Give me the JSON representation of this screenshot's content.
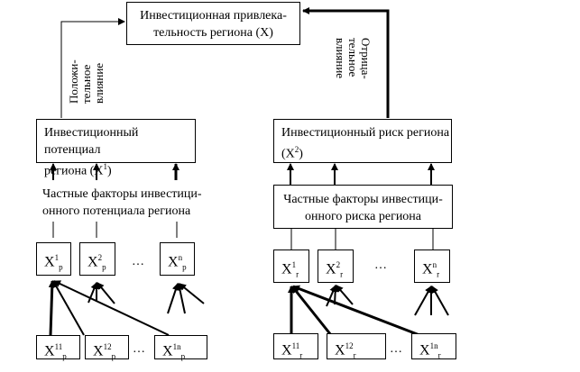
{
  "top": {
    "line1": "Инвестиционная привлека-",
    "line2": "тельность региона (X)"
  },
  "positive": {
    "lines": [
      "Положи-",
      "тельное",
      "влияние"
    ]
  },
  "negative": {
    "lines": [
      "Отрица-",
      "тельное",
      "влияние"
    ]
  },
  "potential": {
    "line1": "Инвестиционный потенциал",
    "line2": "региона (X",
    "sup": "1",
    "close": ")"
  },
  "risk": {
    "line1": "Инвестиционный риск региона",
    "line2": "(X",
    "sup": "2",
    "close": ")"
  },
  "potential_factors": {
    "line1": "Частные факторы инвестици-",
    "line2": "онного потенциала региона"
  },
  "risk_factors": {
    "line1": "Частные факторы инвестици-",
    "line2": "онного риска региона"
  },
  "symbol": "X",
  "ellipsis": "…",
  "p_factors": [
    {
      "sup": "1",
      "sub": "p"
    },
    {
      "sup": "2",
      "sub": "p"
    },
    {
      "sup": "n",
      "sub": "p"
    }
  ],
  "r_factors": [
    {
      "sup": "1",
      "sub": "r"
    },
    {
      "sup": "2",
      "sub": "r"
    },
    {
      "sup": "n",
      "sub": "r"
    }
  ],
  "p_sub": [
    {
      "sup": "11",
      "sub": "p"
    },
    {
      "sup": "12",
      "sub": "p"
    },
    {
      "sup": "1n",
      "sub": "p"
    }
  ],
  "r_sub": [
    {
      "sup": "11",
      "sub": "r"
    },
    {
      "sup": "12",
      "sub": "r"
    },
    {
      "sup": "1n",
      "sub": "r"
    }
  ]
}
